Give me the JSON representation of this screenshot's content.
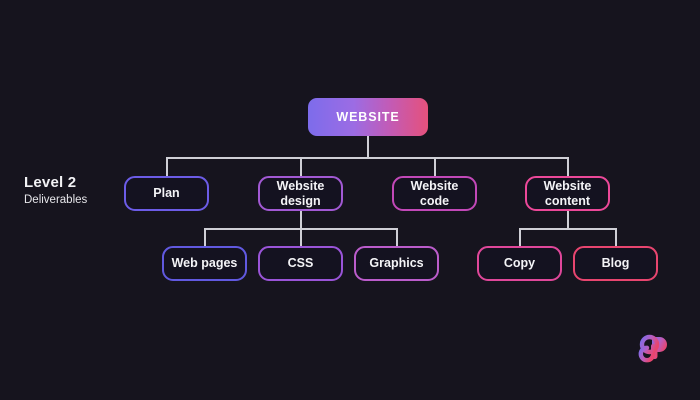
{
  "diagram": {
    "title": "WEBSITE",
    "background_color": "#16141e",
    "connector_color": "#cfcfd6",
    "level_label": {
      "title": "Level 2",
      "subtitle": "Deliverables"
    },
    "root": {
      "label": "WEBSITE",
      "gradient_from": "#7d6ceb",
      "gradient_to": "#e5517c"
    },
    "level2": [
      {
        "label": "Plan",
        "color": "#6c5ce7"
      },
      {
        "label": "Website\ndesign",
        "color": "#a259d4"
      },
      {
        "label": "Website\ncode",
        "color": "#c248b8"
      },
      {
        "label": "Website\ncontent",
        "color": "#ec4899"
      }
    ],
    "level3": [
      {
        "label": "Web pages",
        "color": "#6159e0"
      },
      {
        "label": "CSS",
        "color": "#9a54d8"
      },
      {
        "label": "Graphics",
        "color": "#bb5ccb"
      },
      {
        "label": "Copy",
        "color": "#e0479a"
      },
      {
        "label": "Blog",
        "color": "#e8456f"
      }
    ],
    "logo": {
      "name": "gp-monogram-logo",
      "gradient_from": "#7d6ceb",
      "gradient_to": "#e8456f"
    }
  }
}
